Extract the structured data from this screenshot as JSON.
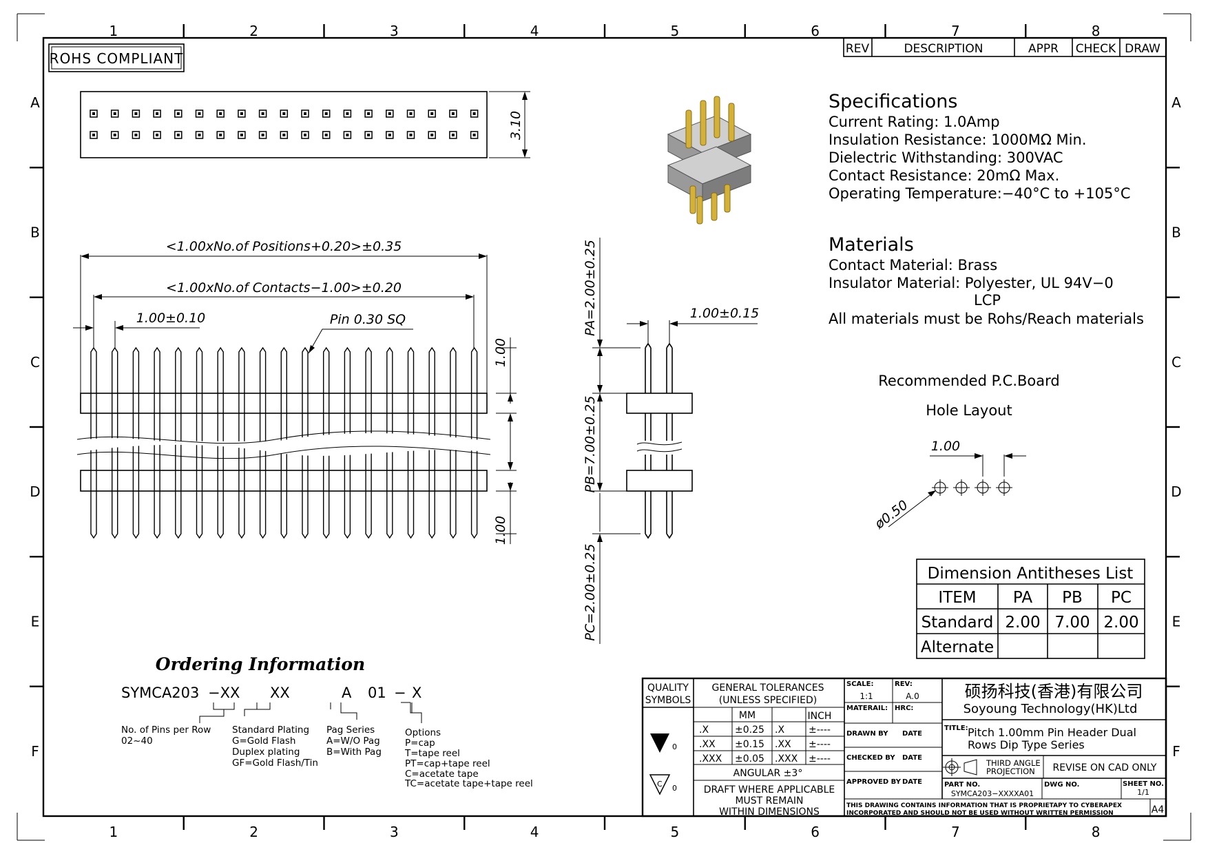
{
  "border": {
    "columns": [
      "1",
      "2",
      "3",
      "4",
      "5",
      "6",
      "7",
      "8"
    ],
    "rows": [
      "A",
      "B",
      "C",
      "D",
      "E",
      "F"
    ]
  },
  "rohs": "ROHS COMPLIANT",
  "revision_header": {
    "rev": "REV",
    "description": "DESCRIPTION",
    "appr": "APPR",
    "check": "CHECK",
    "draw": "DRAW"
  },
  "top_view": {
    "height_dim": "3.10",
    "pins_per_row": 19
  },
  "front_view": {
    "positions_dim": "<1.00xNo.of  Positions+0.20>±0.35",
    "contacts_dim": "<1.00xNo.of  Contacts−1.00>±0.20",
    "pitch_dim": "1.00±0.10",
    "pin_callout": "Pin  0.30  SQ",
    "top_dim": "1.00",
    "bottom_dim": "1.00"
  },
  "side_view": {
    "pa": "PA=2.00±0.25",
    "pb": "PB=7.00±0.25",
    "pc": "PC=2.00±0.25",
    "pitch": "1.00±0.15"
  },
  "specifications": {
    "title": "Specifications",
    "lines": [
      "Current  Rating:    1.0Amp",
      "Insulation  Resistance:  1000MΩ  Min.",
      "Dielectric  Withstanding:     300VAC",
      "Contact  Resistance:     20mΩ  Max.",
      "Operating  Temperature:−40°C  to  +105°C"
    ]
  },
  "materials": {
    "title": "Materials",
    "lines": [
      "Contact  Material:  Brass",
      "Insulator  Material:  Polyester,  UL  94V−0",
      "LCP",
      "All  materials  must  be  Rohs/Reach  materials"
    ]
  },
  "pcb_layout": {
    "title1": "Recommended  P.C.Board",
    "title2": "Hole  Layout",
    "pitch": "1.00",
    "hole": "ø0.50"
  },
  "dimension_table": {
    "title": "Dimension  Antitheses  List",
    "headers": [
      "ITEM",
      "PA",
      "PB",
      "PC"
    ],
    "rows": [
      [
        "Standard",
        "2.00",
        "7.00",
        "2.00"
      ],
      [
        "Alternate",
        "",
        "",
        ""
      ]
    ]
  },
  "ordering": {
    "title": "Ordering Information",
    "code": [
      "SYMCA203",
      "−XX",
      "XX",
      "A",
      "01",
      "−",
      "X"
    ],
    "fields": [
      {
        "name": "pins",
        "lines": [
          "No.  of  Pins  per  Row",
          "02~40"
        ]
      },
      {
        "name": "plating",
        "lines": [
          "Standard  Plating",
          "G=Gold  Flash",
          "Duplex  plating",
          "GF=Gold  Flash/Tin"
        ]
      },
      {
        "name": "pag",
        "lines": [
          "Pag  Series",
          "A=W/O  Pag",
          "B=With  Pag"
        ]
      },
      {
        "name": "options",
        "lines": [
          "Options",
          "P=cap",
          "T=tape  reel",
          "PT=cap+tape  reel",
          "C=acetate  tape",
          "TC=acetate  tape+tape  reel"
        ]
      }
    ]
  },
  "title_block": {
    "quality1": "QUALITY",
    "quality2": "SYMBOLS",
    "tol1": "GENERAL  TOLERANCES",
    "tol2": "(UNLESS  SPECIFIED)",
    "mm": "MM",
    "inch": "INCH",
    "tol_rows": [
      [
        ".X",
        "±0.25",
        ".X",
        "±----"
      ],
      [
        ".XX",
        "±0.15",
        ".XX",
        "±----"
      ],
      [
        ".XXX",
        "±0.05",
        ".XXX",
        "±----"
      ]
    ],
    "angular": "ANGULAR  ±3°",
    "draft1": "DRAFT  WHERE  APPLICABLE",
    "draft2": "MUST  REMAIN",
    "draft3": "WITHIN  DIMENSIONS",
    "sym_val1": "0",
    "sym_val2": "0",
    "scale_label": "SCALE:",
    "scale": "1:1",
    "rev_label": "REV:",
    "rev": "A.0",
    "material_label": "MATERAIL:",
    "hrc_label": "HRC:",
    "drawn_by": "DRAWN  BY",
    "checked_by": "CHECKED  BY",
    "approved_by": "APPROVED  BY",
    "date": "DATE",
    "company_cn": "硕扬科技(香港)有限公司",
    "company_en": "Soyoung  Technology(HK)Ltd",
    "title_label": "TITLE:",
    "title1": "Pitch  1.00mm  Pin  Header  Dual",
    "title2": "Rows  Dip  Type  Series",
    "projection1": "THIRD  ANGLE",
    "projection2": "PROJECTION",
    "revise": "REVISE  ON  CAD  ONLY",
    "part_label": "PART  NO.",
    "part_no": "SYMCA203−XXXXA01",
    "dwg_label": "DWG  NO.",
    "sheet_label": "SHEET  NO.",
    "sheet": "1/1",
    "confidential1": "THIS  DRAWING  CONTAINS  INFORMATION  THAT  IS  PROPRIETAPY  TO  CYBERAPEX",
    "confidential2": "INCORPORATED  AND  SHOULD  NOT  BE  USED  WITHOUT  WRITTEN  PERMISSION",
    "size": "A4"
  }
}
